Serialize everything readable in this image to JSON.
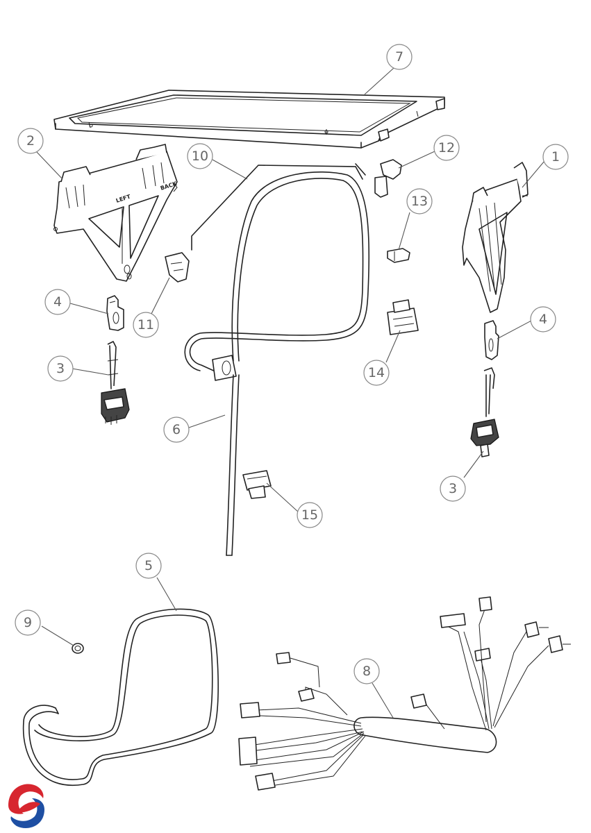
{
  "callouts": [
    {
      "id": "callout-1",
      "label": "1"
    },
    {
      "id": "callout-2",
      "label": "2"
    },
    {
      "id": "callout-3a",
      "label": "3"
    },
    {
      "id": "callout-3b",
      "label": "3"
    },
    {
      "id": "callout-4a",
      "label": "4"
    },
    {
      "id": "callout-4b",
      "label": "4"
    },
    {
      "id": "callout-5",
      "label": "5"
    },
    {
      "id": "callout-6",
      "label": "6"
    },
    {
      "id": "callout-7",
      "label": "7"
    },
    {
      "id": "callout-8",
      "label": "8"
    },
    {
      "id": "callout-9",
      "label": "9"
    },
    {
      "id": "callout-10",
      "label": "10"
    },
    {
      "id": "callout-11",
      "label": "11"
    },
    {
      "id": "callout-12",
      "label": "12"
    },
    {
      "id": "callout-13",
      "label": "13"
    },
    {
      "id": "callout-14",
      "label": "14"
    },
    {
      "id": "callout-15",
      "label": "15"
    }
  ],
  "bracket_stamps": {
    "left": "LEFT",
    "back": "BACK"
  },
  "logo": {
    "name": "brand-logo",
    "colors": [
      "#d7262f",
      "#1e4fa3"
    ]
  }
}
